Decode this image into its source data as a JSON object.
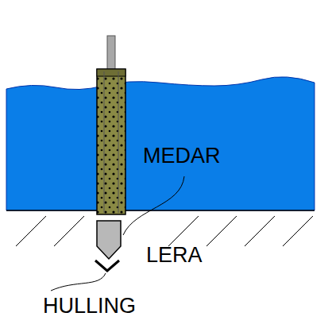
{
  "diagram": {
    "labels": [
      "MEDAR",
      "LERA",
      "HULLING"
    ]
  }
}
